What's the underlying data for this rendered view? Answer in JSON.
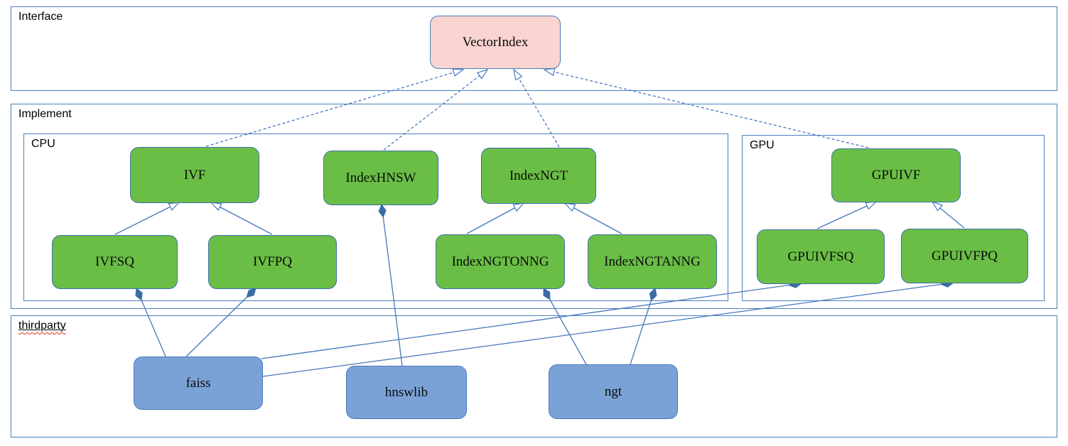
{
  "diagram": {
    "containers": {
      "interface": {
        "label": "Interface"
      },
      "implement": {
        "label": "Implement"
      },
      "cpu": {
        "label": "CPU"
      },
      "gpu": {
        "label": "GPU"
      },
      "thirdparty": {
        "label": "thirdparty"
      }
    },
    "nodes": {
      "vectorindex": {
        "label": "VectorIndex"
      },
      "ivf": {
        "label": "IVF"
      },
      "indexhnsw": {
        "label": "IndexHNSW"
      },
      "indexngt": {
        "label": "IndexNGT"
      },
      "gpuivf": {
        "label": "GPUIVF"
      },
      "ivfsq": {
        "label": "IVFSQ"
      },
      "ivfpq": {
        "label": "IVFPQ"
      },
      "indexngtonng": {
        "label": "IndexNGTONNG"
      },
      "indexngtanng": {
        "label": "IndexNGTANNG"
      },
      "gpuivfsq": {
        "label": "GPUIVFSQ"
      },
      "gpuivfpq": {
        "label": "GPUIVFPQ"
      },
      "faiss": {
        "label": "faiss"
      },
      "hnswlib": {
        "label": "hnswlib"
      },
      "ngt": {
        "label": "ngt"
      }
    },
    "edges": [
      {
        "from": "IVF",
        "to": "VectorIndex",
        "type": "realization"
      },
      {
        "from": "IndexHNSW",
        "to": "VectorIndex",
        "type": "realization"
      },
      {
        "from": "IndexNGT",
        "to": "VectorIndex",
        "type": "realization"
      },
      {
        "from": "GPUIVF",
        "to": "VectorIndex",
        "type": "realization"
      },
      {
        "from": "IVFSQ",
        "to": "IVF",
        "type": "inheritance"
      },
      {
        "from": "IVFPQ",
        "to": "IVF",
        "type": "inheritance"
      },
      {
        "from": "IndexNGTONNG",
        "to": "IndexNGT",
        "type": "inheritance"
      },
      {
        "from": "IndexNGTANNG",
        "to": "IndexNGT",
        "type": "inheritance"
      },
      {
        "from": "GPUIVFSQ",
        "to": "GPUIVF",
        "type": "inheritance"
      },
      {
        "from": "GPUIVFPQ",
        "to": "GPUIVF",
        "type": "inheritance"
      },
      {
        "from": "faiss",
        "to": "IVFSQ",
        "type": "composition"
      },
      {
        "from": "faiss",
        "to": "IVFPQ",
        "type": "composition"
      },
      {
        "from": "faiss",
        "to": "GPUIVFSQ",
        "type": "composition"
      },
      {
        "from": "faiss",
        "to": "GPUIVFPQ",
        "type": "composition"
      },
      {
        "from": "hnswlib",
        "to": "IndexHNSW",
        "type": "composition"
      },
      {
        "from": "ngt",
        "to": "IndexNGTONNG",
        "type": "composition"
      },
      {
        "from": "ngt",
        "to": "IndexNGTANNG",
        "type": "composition"
      }
    ],
    "colors": {
      "interface_node_fill": "#fad4d1",
      "class_node_fill": "#6abe45",
      "thirdparty_node_fill": "#7ba2d7",
      "node_border": "#3f6fae",
      "container_border": "#4a7ebb",
      "connector": "#4677bd",
      "composition_diamond": "#3a6da4",
      "spellcheck_squiggle": "#e0301e"
    }
  }
}
